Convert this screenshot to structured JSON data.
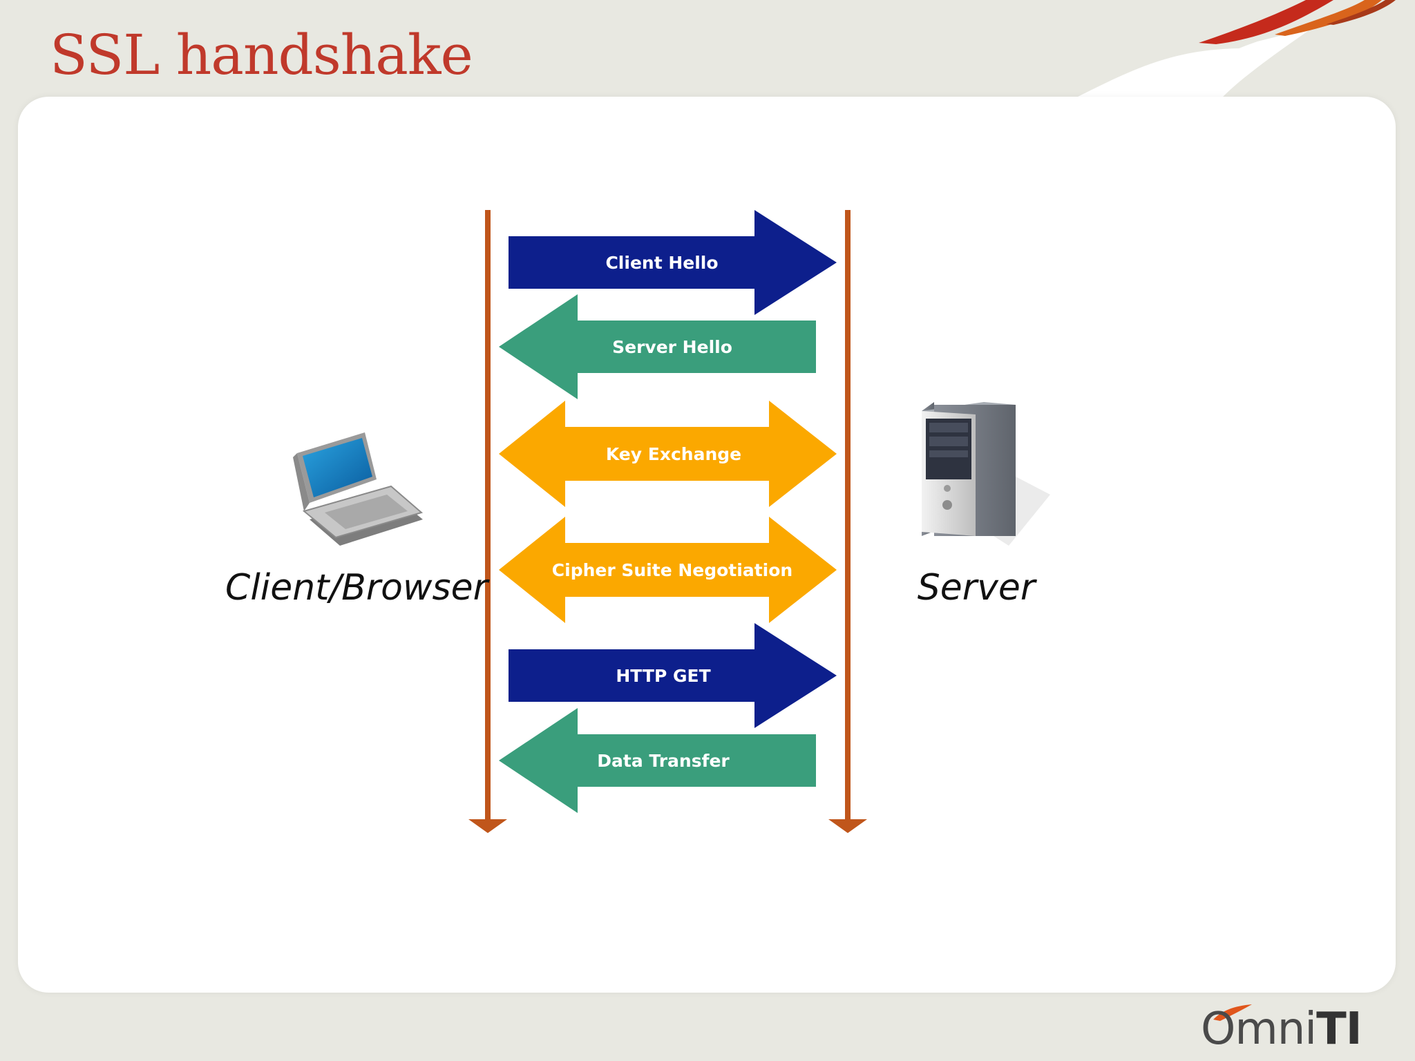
{
  "slide": {
    "title": "SSL handshake",
    "logo": {
      "main": "Omni",
      "strong": "TI"
    }
  },
  "diagram": {
    "client_label": "Client/Browser",
    "server_label": "Server",
    "messages": [
      {
        "label": "Client Hello",
        "direction": "right",
        "color": "#0d1f8c"
      },
      {
        "label": "Server Hello",
        "direction": "left",
        "color": "#3a9e7c"
      },
      {
        "label": "Key Exchange",
        "direction": "both",
        "color": "#fba800"
      },
      {
        "label": "Cipher Suite Negotiation",
        "direction": "both",
        "color": "#fba800"
      },
      {
        "label": "HTTP GET",
        "direction": "right",
        "color": "#0d1f8c"
      },
      {
        "label": "Data Transfer",
        "direction": "left",
        "color": "#3a9e7c"
      }
    ],
    "lifeline_color": "#c0561b",
    "icons": [
      "laptop-icon",
      "server-tower-icon"
    ]
  }
}
